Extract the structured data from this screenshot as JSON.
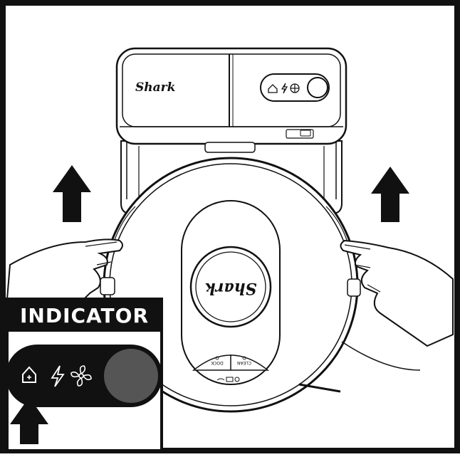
{
  "dock": {
    "brand": "Shark",
    "indicator_icons": [
      "home-plug-icon",
      "lightning-icon",
      "fan-icon"
    ]
  },
  "robot": {
    "brand": "Shark",
    "dock_button_label": "DOCK",
    "clean_button_label": "CLEAN"
  },
  "inset": {
    "title": "INDICATOR",
    "indicator_icons": [
      "home-plug-icon",
      "lightning-icon",
      "fan-icon"
    ]
  },
  "arrows": [
    "up-arrow-left",
    "up-arrow-right",
    "up-arrow-inset"
  ],
  "colors": {
    "ink": "#111111",
    "background": "#ffffff",
    "button_gray": "#555555"
  }
}
